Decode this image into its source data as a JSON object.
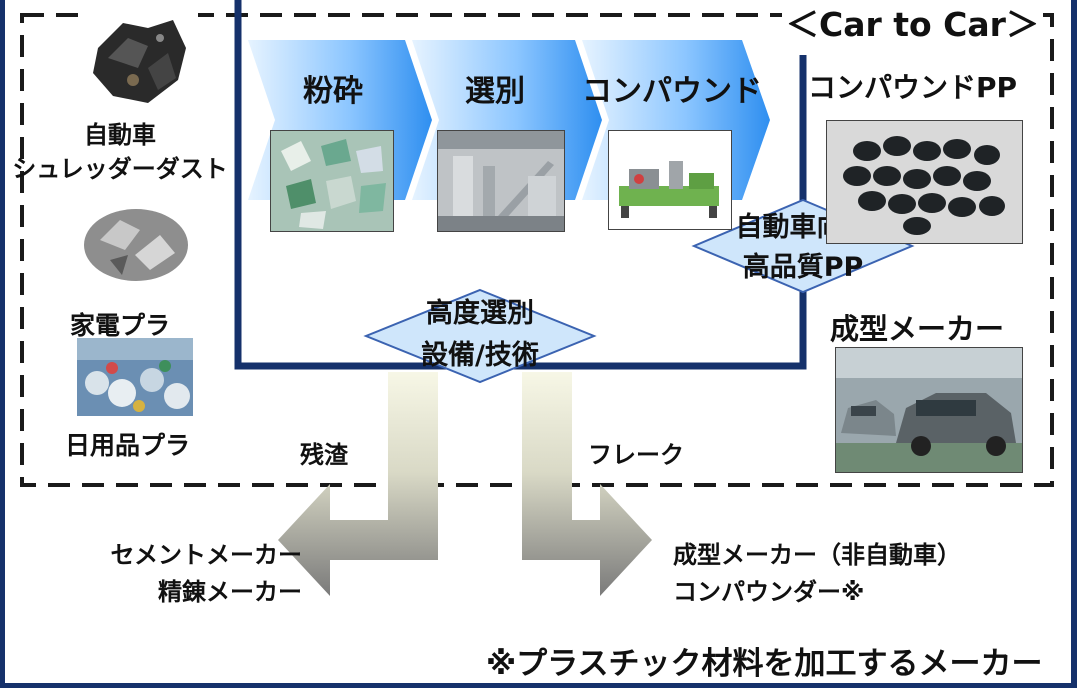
{
  "colors": {
    "frame": "#15316b",
    "chevron_light": "#dcefff",
    "chevron_dark": "#2f8ff0",
    "diamond_fill": "#cfe6fb",
    "diamond_stroke": "#3b63b1",
    "arrow_light": "#f4f4e0",
    "arrow_dark": "#7f7f7f"
  },
  "header": {
    "car_to_car": "＜Car to Car＞"
  },
  "inputs": [
    {
      "label": "自動車\nシュレッダーダスト",
      "icon": "shredder-dust-photo"
    },
    {
      "label": "家電プラ",
      "icon": "appliance-plastic-photo"
    },
    {
      "label": "日用品プラ",
      "icon": "household-plastic-photo"
    }
  ],
  "process": {
    "steps": [
      {
        "label": "粉砕",
        "icon": "crushing-photo"
      },
      {
        "label": "選別",
        "icon": "sorting-plant-photo"
      },
      {
        "label": "コンパウンド",
        "icon": "compounding-machine-photo"
      }
    ],
    "tech_badge": "高度選別\n設備/技術",
    "quality_badge": "自動車向け\n高品質PP"
  },
  "outputs": {
    "compound_pp": "コンパウンドPP",
    "molder": "成型メーカー"
  },
  "flows": {
    "residue": "残渣",
    "flake": "フレーク",
    "residue_dest": "セメントメーカー\n精錬メーカー",
    "flake_dest": "成型メーカー（非自動車）\nコンパウンダー※"
  },
  "footnote": "※プラスチック材料を加工するメーカー"
}
